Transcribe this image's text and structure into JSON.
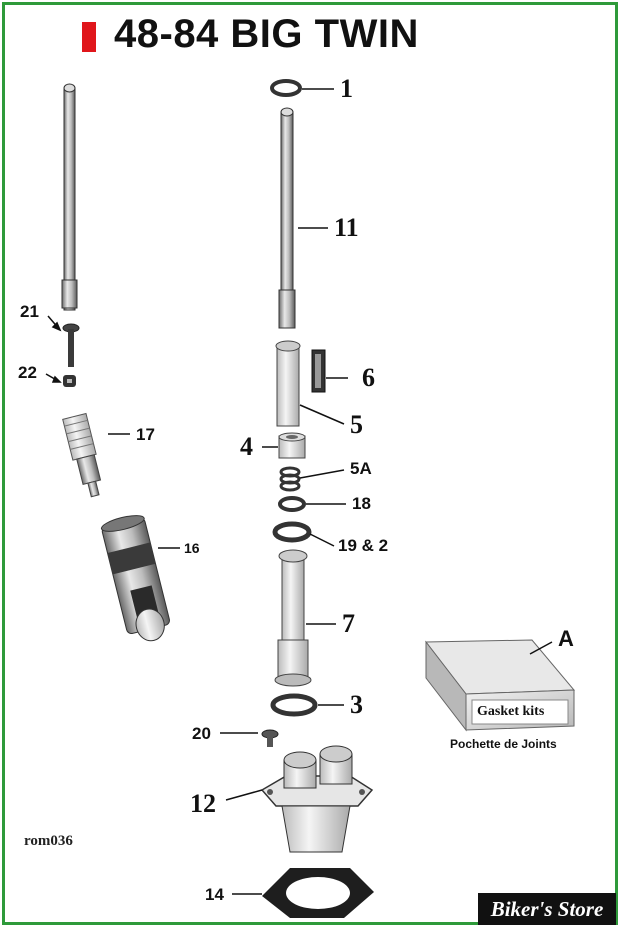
{
  "header": {
    "title": "48-84 BIG TWIN",
    "accent_color": "#e0161b"
  },
  "frame_color": "#2e9a3a",
  "callouts": {
    "c1": "1",
    "c11": "11",
    "c6": "6",
    "c5": "5",
    "c4": "4",
    "c5a": "5A",
    "c18": "18",
    "c19": "19 & 2",
    "c7": "7",
    "c3": "3",
    "c20": "20",
    "c12": "12",
    "c14": "14",
    "c21": "21",
    "c22": "22",
    "c17": "17",
    "c16": "16",
    "cA": "A"
  },
  "gasket_kit": {
    "box_label": "Gasket kits",
    "caption": "Pochette de Joints"
  },
  "reference_code": "rom036",
  "store_logo": "Biker's Store"
}
